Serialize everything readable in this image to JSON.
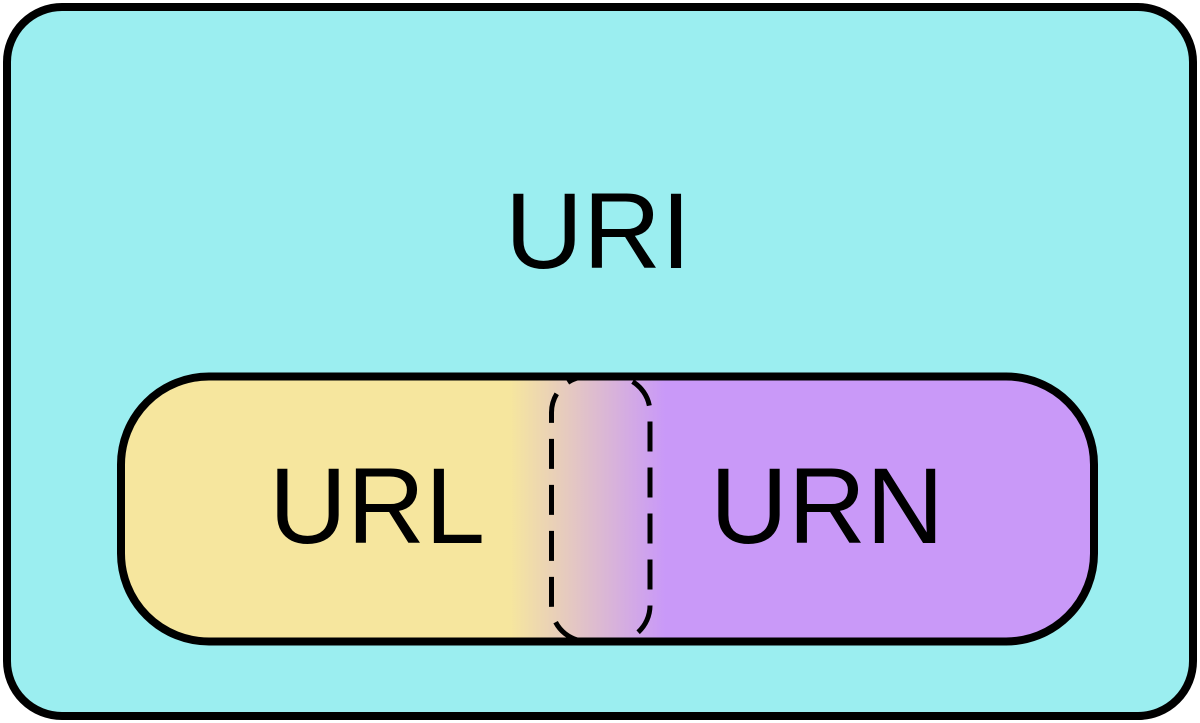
{
  "diagram": {
    "type": "euler",
    "regions": {
      "uri": {
        "label": "URI"
      },
      "url": {
        "label": "URL"
      },
      "urn": {
        "label": "URN"
      }
    }
  },
  "colors": {
    "uri_fill": "#9BEEF0",
    "url_fill": "#F6E69E",
    "urn_fill": "#C999F8",
    "outline": "#000000"
  }
}
